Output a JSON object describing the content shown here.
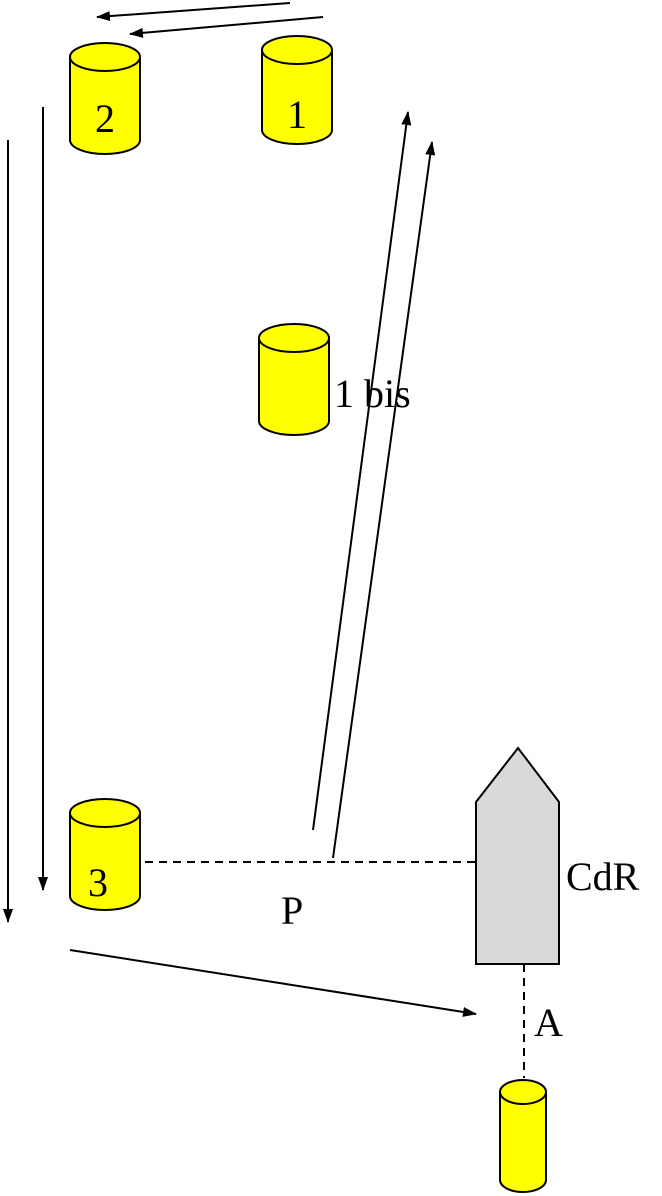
{
  "colors": {
    "buoy_fill": "#ffff00",
    "boat_fill": "#d9d9d9",
    "stroke": "#000000"
  },
  "buoys": {
    "buoy1": {
      "label": "1"
    },
    "buoy2": {
      "label": "2"
    },
    "buoy3": {
      "label": "3"
    },
    "buoy1bis": {
      "label": "1 bis"
    },
    "buoyA": {
      "label": ""
    }
  },
  "labels": {
    "committee_boat": "CdR",
    "pin_point": "P",
    "start_point": "A"
  }
}
